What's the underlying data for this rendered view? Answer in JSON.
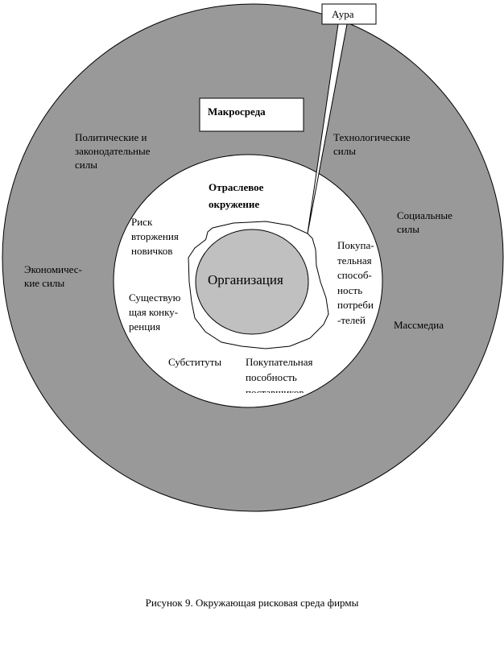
{
  "callout": {
    "label": "Аура"
  },
  "macro": {
    "title": "Макросреда",
    "forces": {
      "political": "Политические и\nзаконодательные\nсилы",
      "technological": "Технологические\nсилы",
      "social": "Социальные\nсилы",
      "economic": "Экономичес-\nкие силы",
      "media": "Массмедиа"
    }
  },
  "industry": {
    "title": "Отраслевое\nокружение",
    "forces": {
      "new_entrants": "Риск\nвторжения\nновичков",
      "competition": "Существую\nщая конку-\nренция",
      "substitutes": "Субституты",
      "suppliers": "Покупательная\nпособность\nпоставщиков",
      "buyers": "Покупа-\nтельная\nспособ-\nность\nпотреби\n-телей"
    }
  },
  "center": {
    "label": "Организация"
  },
  "caption": "Рисунок 9. Окружающая рисковая среда фирмы",
  "colors": {
    "macro": "#999999",
    "industry": "#ffffff",
    "organization": "#c0c0c0"
  }
}
